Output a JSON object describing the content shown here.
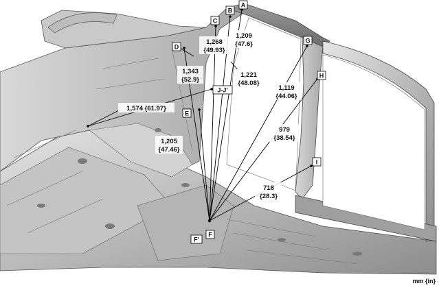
{
  "diagram": {
    "unit_note": "mm {in}",
    "points": {
      "A": "A",
      "B": "B",
      "C": "C",
      "D": "D",
      "E": "E",
      "F": "F",
      "F_prime": "F'",
      "G": "G",
      "H": "H",
      "I": "I",
      "JJ": "J-J'"
    },
    "dimensions": [
      {
        "id": "a",
        "mm": "1,209",
        "in": "{47.6}"
      },
      {
        "id": "b",
        "mm": "1,221",
        "in": "{48.08}"
      },
      {
        "id": "c",
        "mm": "1,268",
        "in": "{49.93}"
      },
      {
        "id": "d",
        "mm": "1,343",
        "in": "{52.9}"
      },
      {
        "id": "jj",
        "text": "1,574 {61.97}"
      },
      {
        "id": "e",
        "mm": "1,205",
        "in": "{47.46}"
      },
      {
        "id": "g",
        "mm": "1,119",
        "in": "{44.06}"
      },
      {
        "id": "h",
        "mm": "979",
        "in": "{38.54}"
      },
      {
        "id": "i",
        "mm": "718",
        "in": "{28.3}"
      }
    ]
  }
}
